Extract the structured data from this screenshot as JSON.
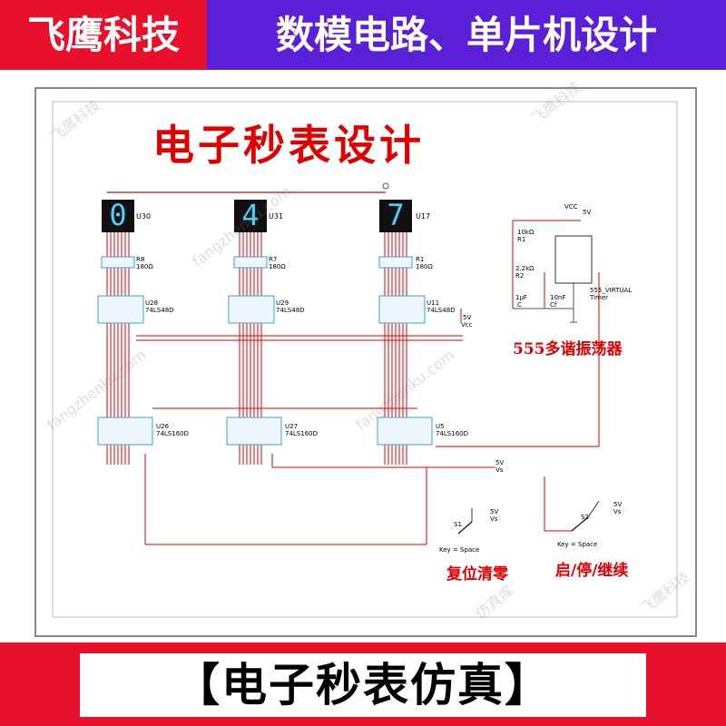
{
  "banner_top": {
    "brand": "飞鹰科技",
    "tagline": "数模电路、单片机设计"
  },
  "banner_bottom": {
    "title": "【电子秒表仿真】"
  },
  "diagram": {
    "title": "电子秒表设计",
    "oscillator_label": "555多谐振荡器",
    "reset_label": "复位清零",
    "startstop_label": "启/停/继续",
    "displays": [
      {
        "digit": "0",
        "ref": "U30",
        "res_ref": "R8",
        "res_val": "180Ω",
        "dec_ref": "U28",
        "dec_part": "74LS48D",
        "cnt_ref": "U26",
        "cnt_part": "74LS160D"
      },
      {
        "digit": "4",
        "ref": "U31",
        "res_ref": "R7",
        "res_val": "180Ω",
        "dec_ref": "U29",
        "dec_part": "74LS48D",
        "cnt_ref": "U27",
        "cnt_part": "74LS160D"
      },
      {
        "digit": "7",
        "ref": "U17",
        "res_ref": "R1",
        "res_val": "180Ω",
        "dec_ref": "U11",
        "dec_part": "74LS48D",
        "cnt_ref": "U5",
        "cnt_part": "74LS160D"
      }
    ],
    "vcc_5v": "5V",
    "vcc_label": "Vcc",
    "vs_label": "Vs",
    "timer": {
      "vcc": "VCC",
      "vcc_val": "5V",
      "r1": "10kΩ",
      "r1_ref": "R1",
      "r2": "2.2kΩ",
      "r2_ref": "R2",
      "c1": "1μF",
      "c1_ref": "C",
      "c2": "10nF",
      "c2_ref": "Cf",
      "name": "555_VIRTUAL",
      "sub": "Timer"
    },
    "switches": [
      {
        "ref": "S1",
        "key": "Key = Space"
      },
      {
        "ref": "S2",
        "key": "Key = Space"
      }
    ]
  },
  "watermark": {
    "cn": "飞鹰科技",
    "url": "fangzhenku.com",
    "cn2": "仿真库"
  },
  "colors": {
    "red": "#e8102b",
    "purple": "#5a1fd6",
    "wire": "#e00000",
    "chip": "#3aa0e0"
  }
}
